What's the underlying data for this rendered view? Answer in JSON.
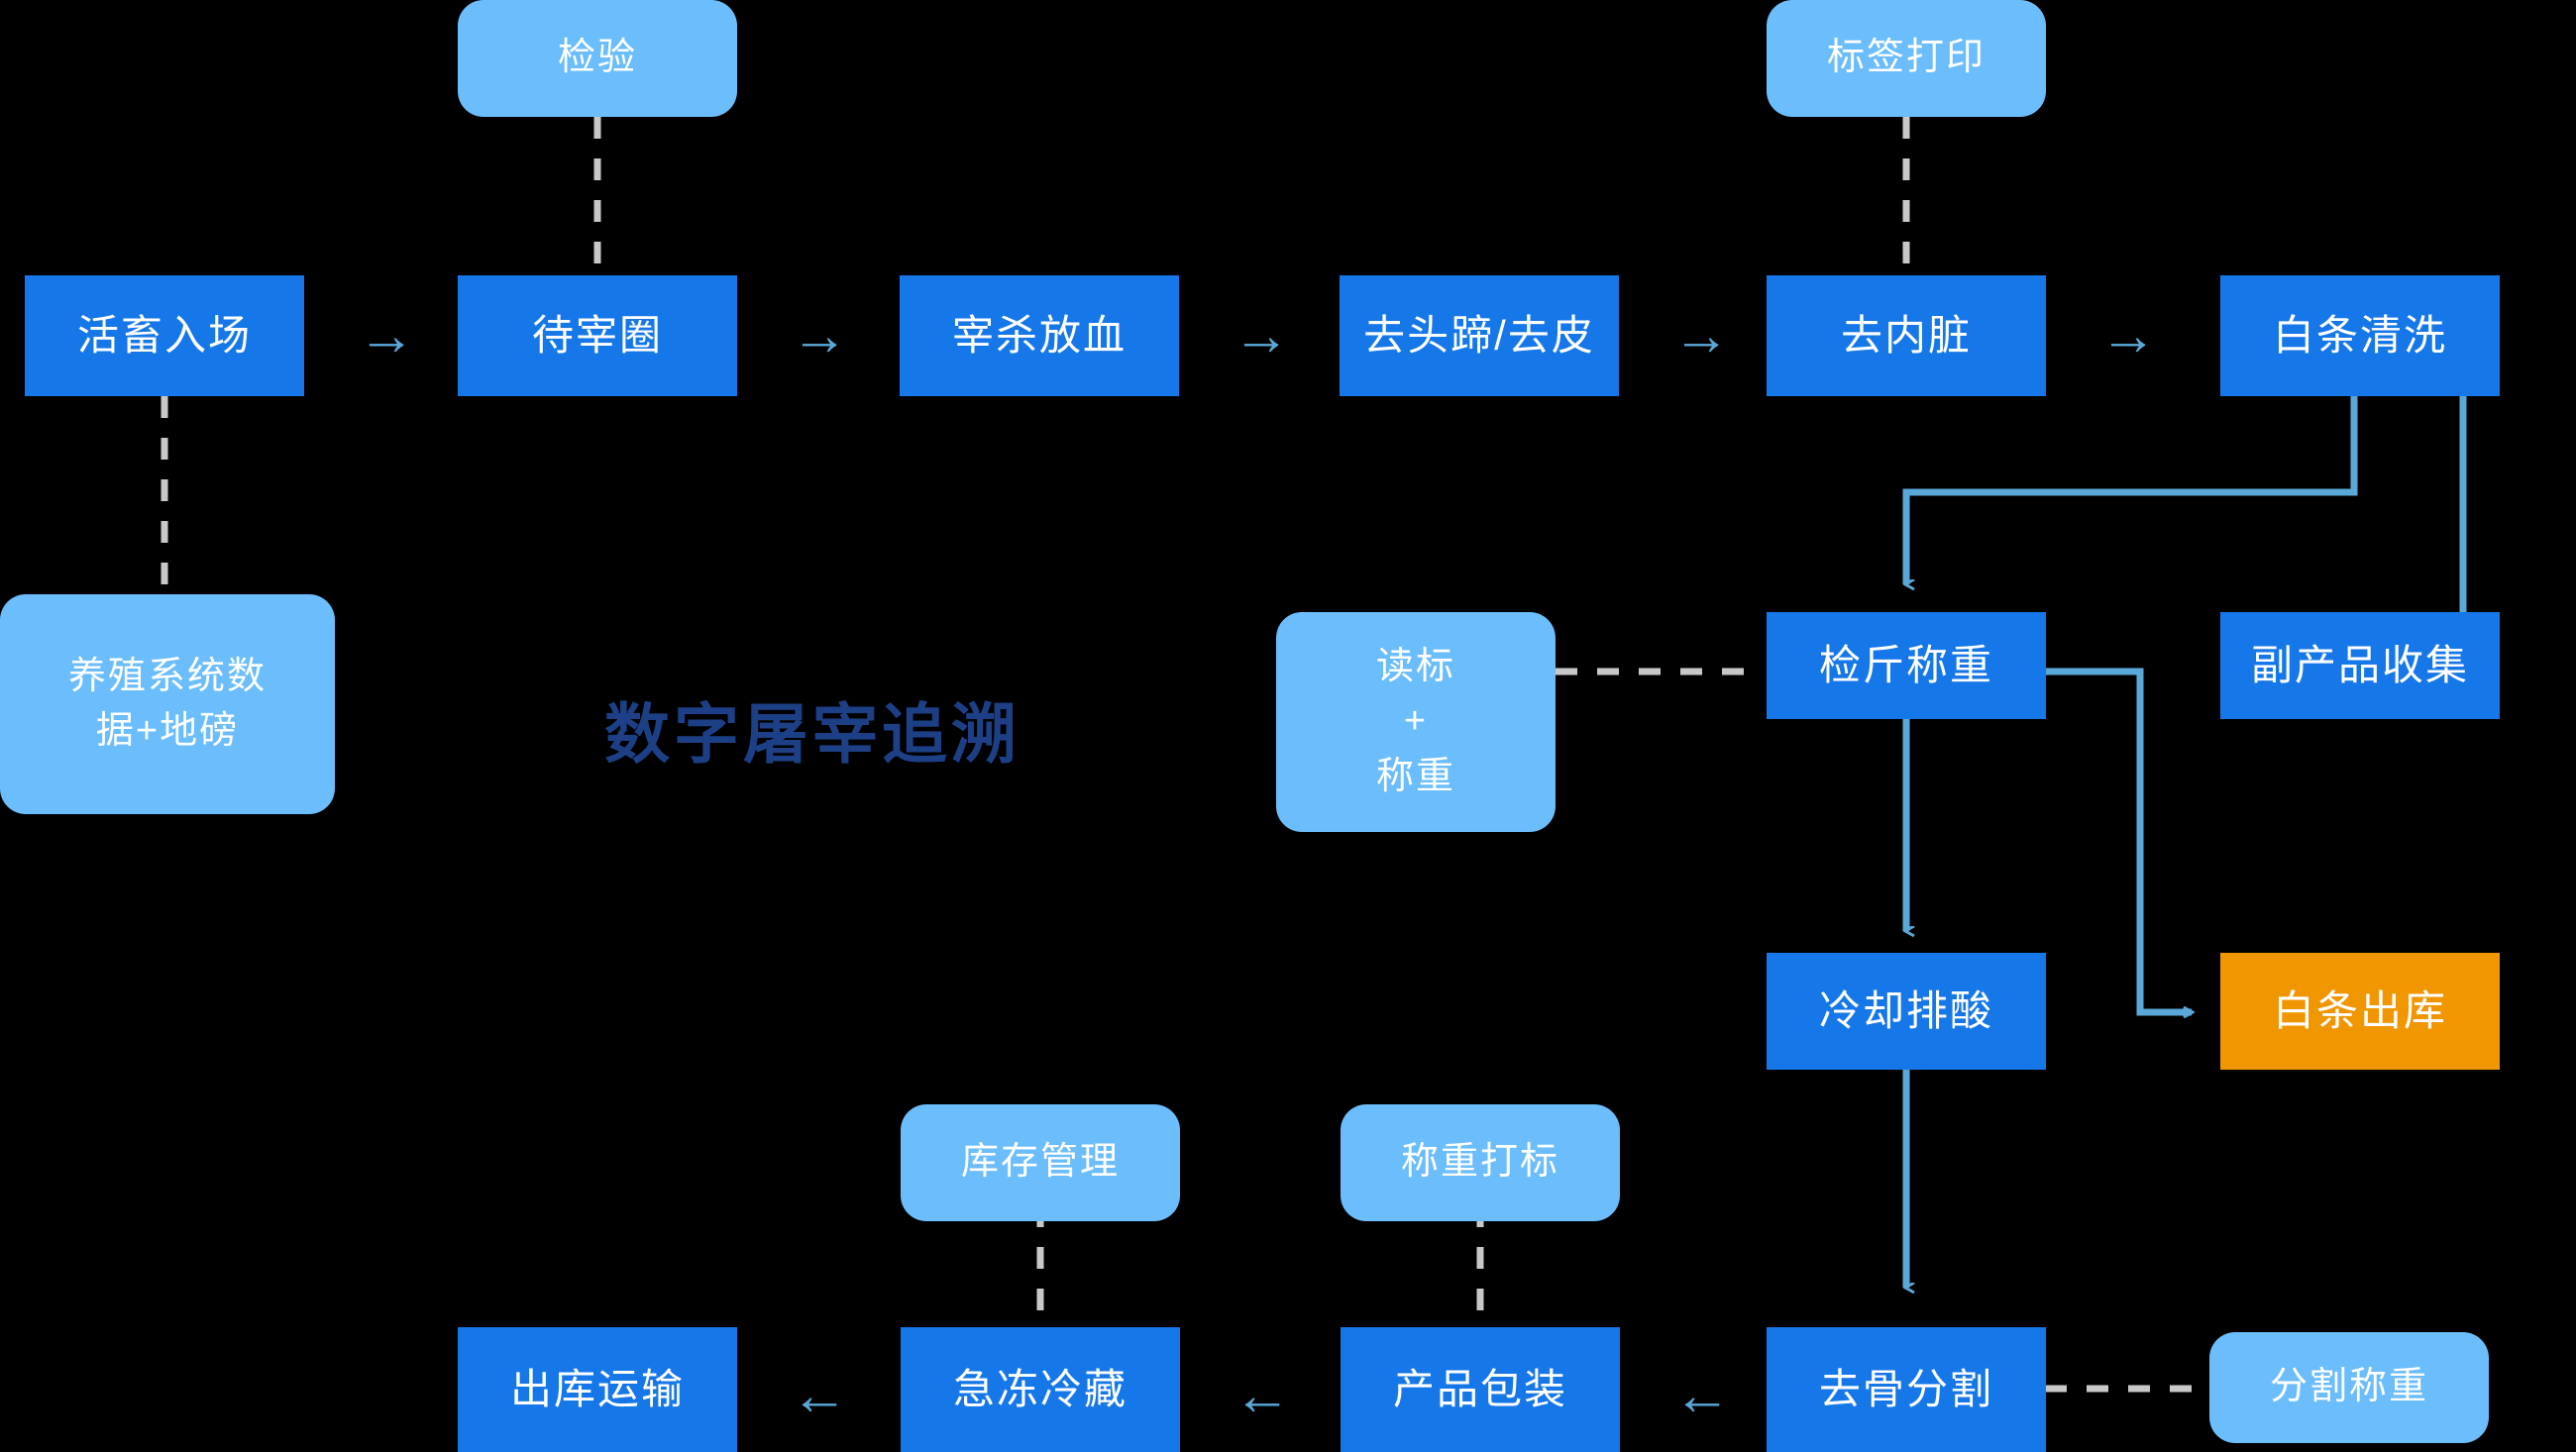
{
  "title": "数字屠宰追溯",
  "colors": {
    "background": "#000000",
    "process": "#1677e8",
    "system": "#6bbdfb",
    "output": "#f09600",
    "connector": "#5aa8d8",
    "dashed": "#c8c8c8",
    "title": "#1c3f86",
    "text": "#ffffff"
  },
  "nodes": {
    "inspection": {
      "label": "检验",
      "type": "system"
    },
    "label_print": {
      "label": "标签打印",
      "type": "system"
    },
    "livestock_entry": {
      "label": "活畜入场",
      "type": "process"
    },
    "holding_pen": {
      "label": "待宰圈",
      "type": "process"
    },
    "slaughter_bleed": {
      "label": "宰杀放血",
      "type": "process"
    },
    "dehead_dehide": {
      "label": "去头蹄/去皮",
      "type": "process"
    },
    "eviscerate": {
      "label": "去内脏",
      "type": "process"
    },
    "carcass_wash": {
      "label": "白条清洗",
      "type": "process"
    },
    "farm_data": {
      "label_line1": "养殖系统数",
      "label_line2": "据+地磅",
      "type": "system"
    },
    "read_weigh": {
      "label_line1": "读标",
      "label_line2": "+",
      "label_line3": "称重",
      "type": "system"
    },
    "inspect_weigh": {
      "label": "检斤称重",
      "type": "process"
    },
    "byproduct": {
      "label": "副产品收集",
      "type": "process"
    },
    "chill_aging": {
      "label": "冷却排酸",
      "type": "process"
    },
    "carcass_out": {
      "label": "白条出库",
      "type": "output"
    },
    "inventory_mgmt": {
      "label": "库存管理",
      "type": "system"
    },
    "weigh_mark": {
      "label": "称重打标",
      "type": "system"
    },
    "ship_transport": {
      "label": "出库运输",
      "type": "process"
    },
    "frozen_cold": {
      "label": "急冻冷藏",
      "type": "process"
    },
    "product_pack": {
      "label": "产品包装",
      "type": "process"
    },
    "deboning_cut": {
      "label": "去骨分割",
      "type": "process"
    },
    "cut_weigh": {
      "label": "分割称重",
      "type": "system"
    }
  },
  "arrows": {
    "right": "→",
    "left": "←"
  }
}
